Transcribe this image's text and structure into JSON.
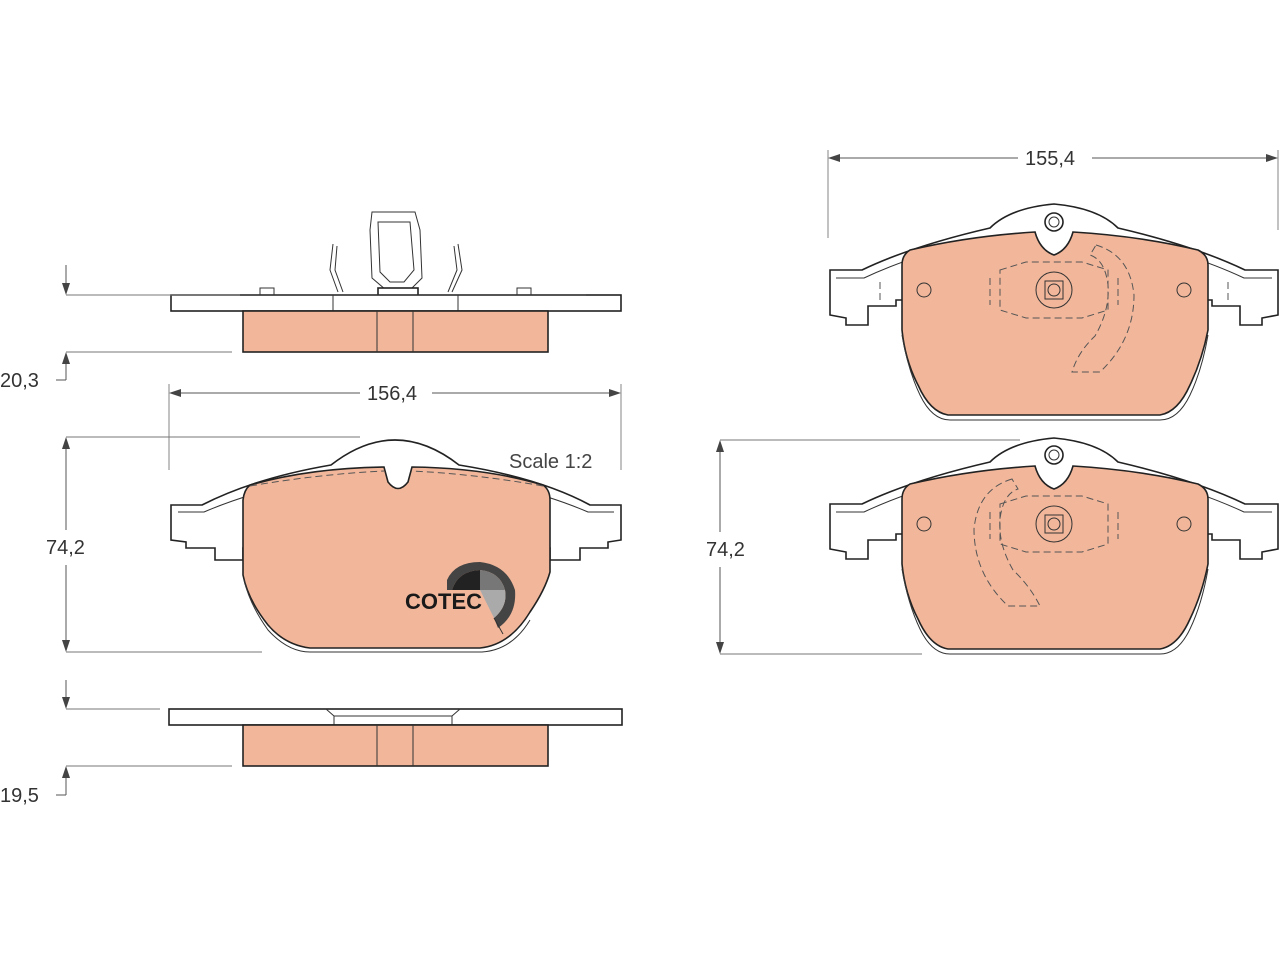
{
  "colors": {
    "pad_fill": "#f2b79b",
    "line": "#222222",
    "background": "#ffffff"
  },
  "dimensions": {
    "thickness_top": "20,3",
    "width_front": "156,4",
    "height_front": "74,2",
    "thickness_bottom": "19,5",
    "width_right": "155,4",
    "height_right": "74,2"
  },
  "scale_label": "Scale 1:2",
  "logo": {
    "text": "COTEC",
    "icon": "cotec-logo-icon"
  }
}
